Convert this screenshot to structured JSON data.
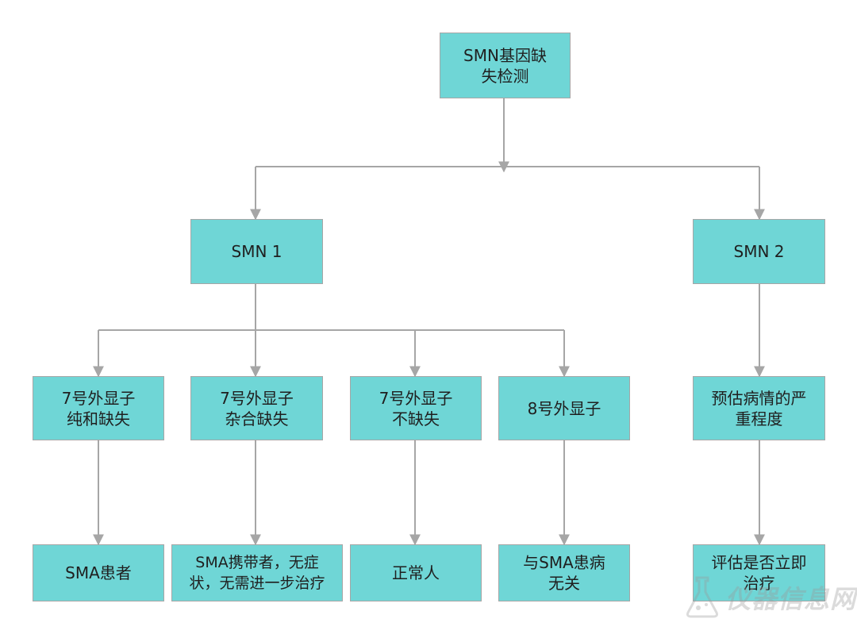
{
  "nodes": {
    "smn_deletion_test": "SMN基因缺\n失检测",
    "smn1": "SMN 1",
    "smn2": "SMN 2",
    "exon7_homozygous_deletion": "7号外显子\n纯和缺失",
    "exon7_heterozygous_deletion": "7号外显子\n杂合缺失",
    "exon7_no_deletion": "7号外显子\n不缺失",
    "exon8": "8号外显子",
    "predict_severity": "预估病情的严\n重程度",
    "sma_patient": "SMA患者",
    "sma_carrier": "SMA携带者，无症\n状，无需进一步治疗",
    "normal_person": "正常人",
    "unrelated_to_sma": "与SMA患病\n无关",
    "assess_immediate_treatment": "评估是否立即\n治疗"
  },
  "watermark": {
    "text": "仪器信息网"
  },
  "colors": {
    "node_fill": "#6fd6d6",
    "node_border": "#a6a6a6",
    "connector": "#a6a6a6"
  }
}
